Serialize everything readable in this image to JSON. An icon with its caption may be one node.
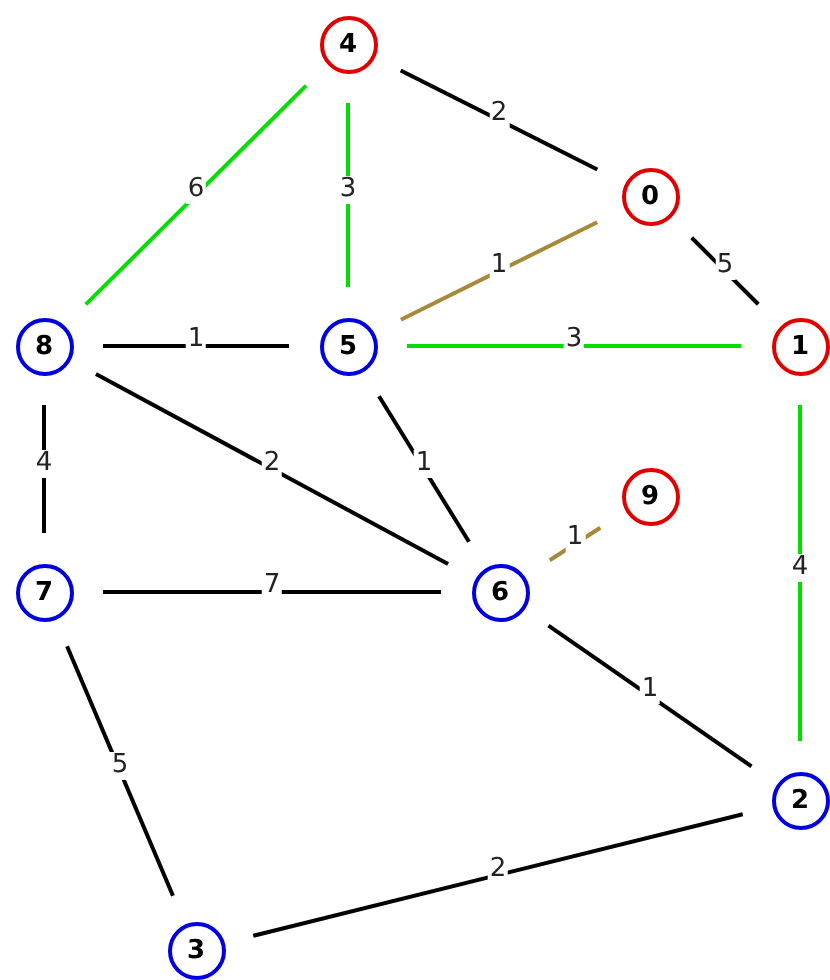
{
  "diagram": {
    "nodes": [
      {
        "text": [
          "4"
        ]
      },
      {
        "text": [
          "0"
        ]
      },
      {
        "text": [
          "8"
        ]
      },
      {
        "text": [
          "5"
        ]
      },
      {
        "text": [
          "1"
        ]
      },
      {
        "text": [
          "9"
        ]
      },
      {
        "text": [
          "7"
        ]
      },
      {
        "text": [
          "6"
        ]
      },
      {
        "text": [
          "2"
        ]
      },
      {
        "text": [
          "3"
        ]
      }
    ],
    "edges": [
      {
        "from": 0,
        "to": 1,
        "arrow": "none",
        "label": "2"
      },
      {
        "from": 0,
        "to": 2,
        "arrow": "none",
        "label": "6",
        "color": "#00e000"
      },
      {
        "from": 0,
        "to": 3,
        "arrow": "none",
        "label": "3",
        "color": "#00e000"
      },
      {
        "from": 1,
        "to": 3,
        "arrow": "none",
        "label": "1",
        "color": "#a8893a"
      },
      {
        "from": 1,
        "to": 4,
        "arrow": "none",
        "label": "5"
      },
      {
        "from": 2,
        "to": 3,
        "arrow": "none",
        "label": "1"
      },
      {
        "from": 3,
        "to": 4,
        "arrow": "none",
        "label": "3",
        "color": "#00e000"
      },
      {
        "from": 2,
        "to": 6,
        "arrow": "none",
        "label": "4"
      },
      {
        "from": 2,
        "to": 7,
        "arrow": "none",
        "label": "2"
      },
      {
        "from": 3,
        "to": 7,
        "arrow": "none",
        "label": "1"
      },
      {
        "from": 4,
        "to": 8,
        "arrow": "none",
        "label": "4",
        "color": "#00e000"
      },
      {
        "from": 5,
        "to": 7,
        "arrow": "none",
        "label": "1",
        "color": "#a8893a"
      },
      {
        "from": 6,
        "to": 7,
        "arrow": "none",
        "label": "7"
      },
      {
        "from": 7,
        "to": 8,
        "arrow": "none",
        "label": "1"
      },
      {
        "from": 6,
        "to": 9,
        "arrow": "none",
        "label": "5"
      },
      {
        "from": 9,
        "to": 8,
        "arrow": "none",
        "label": "2"
      }
    ]
  }
}
